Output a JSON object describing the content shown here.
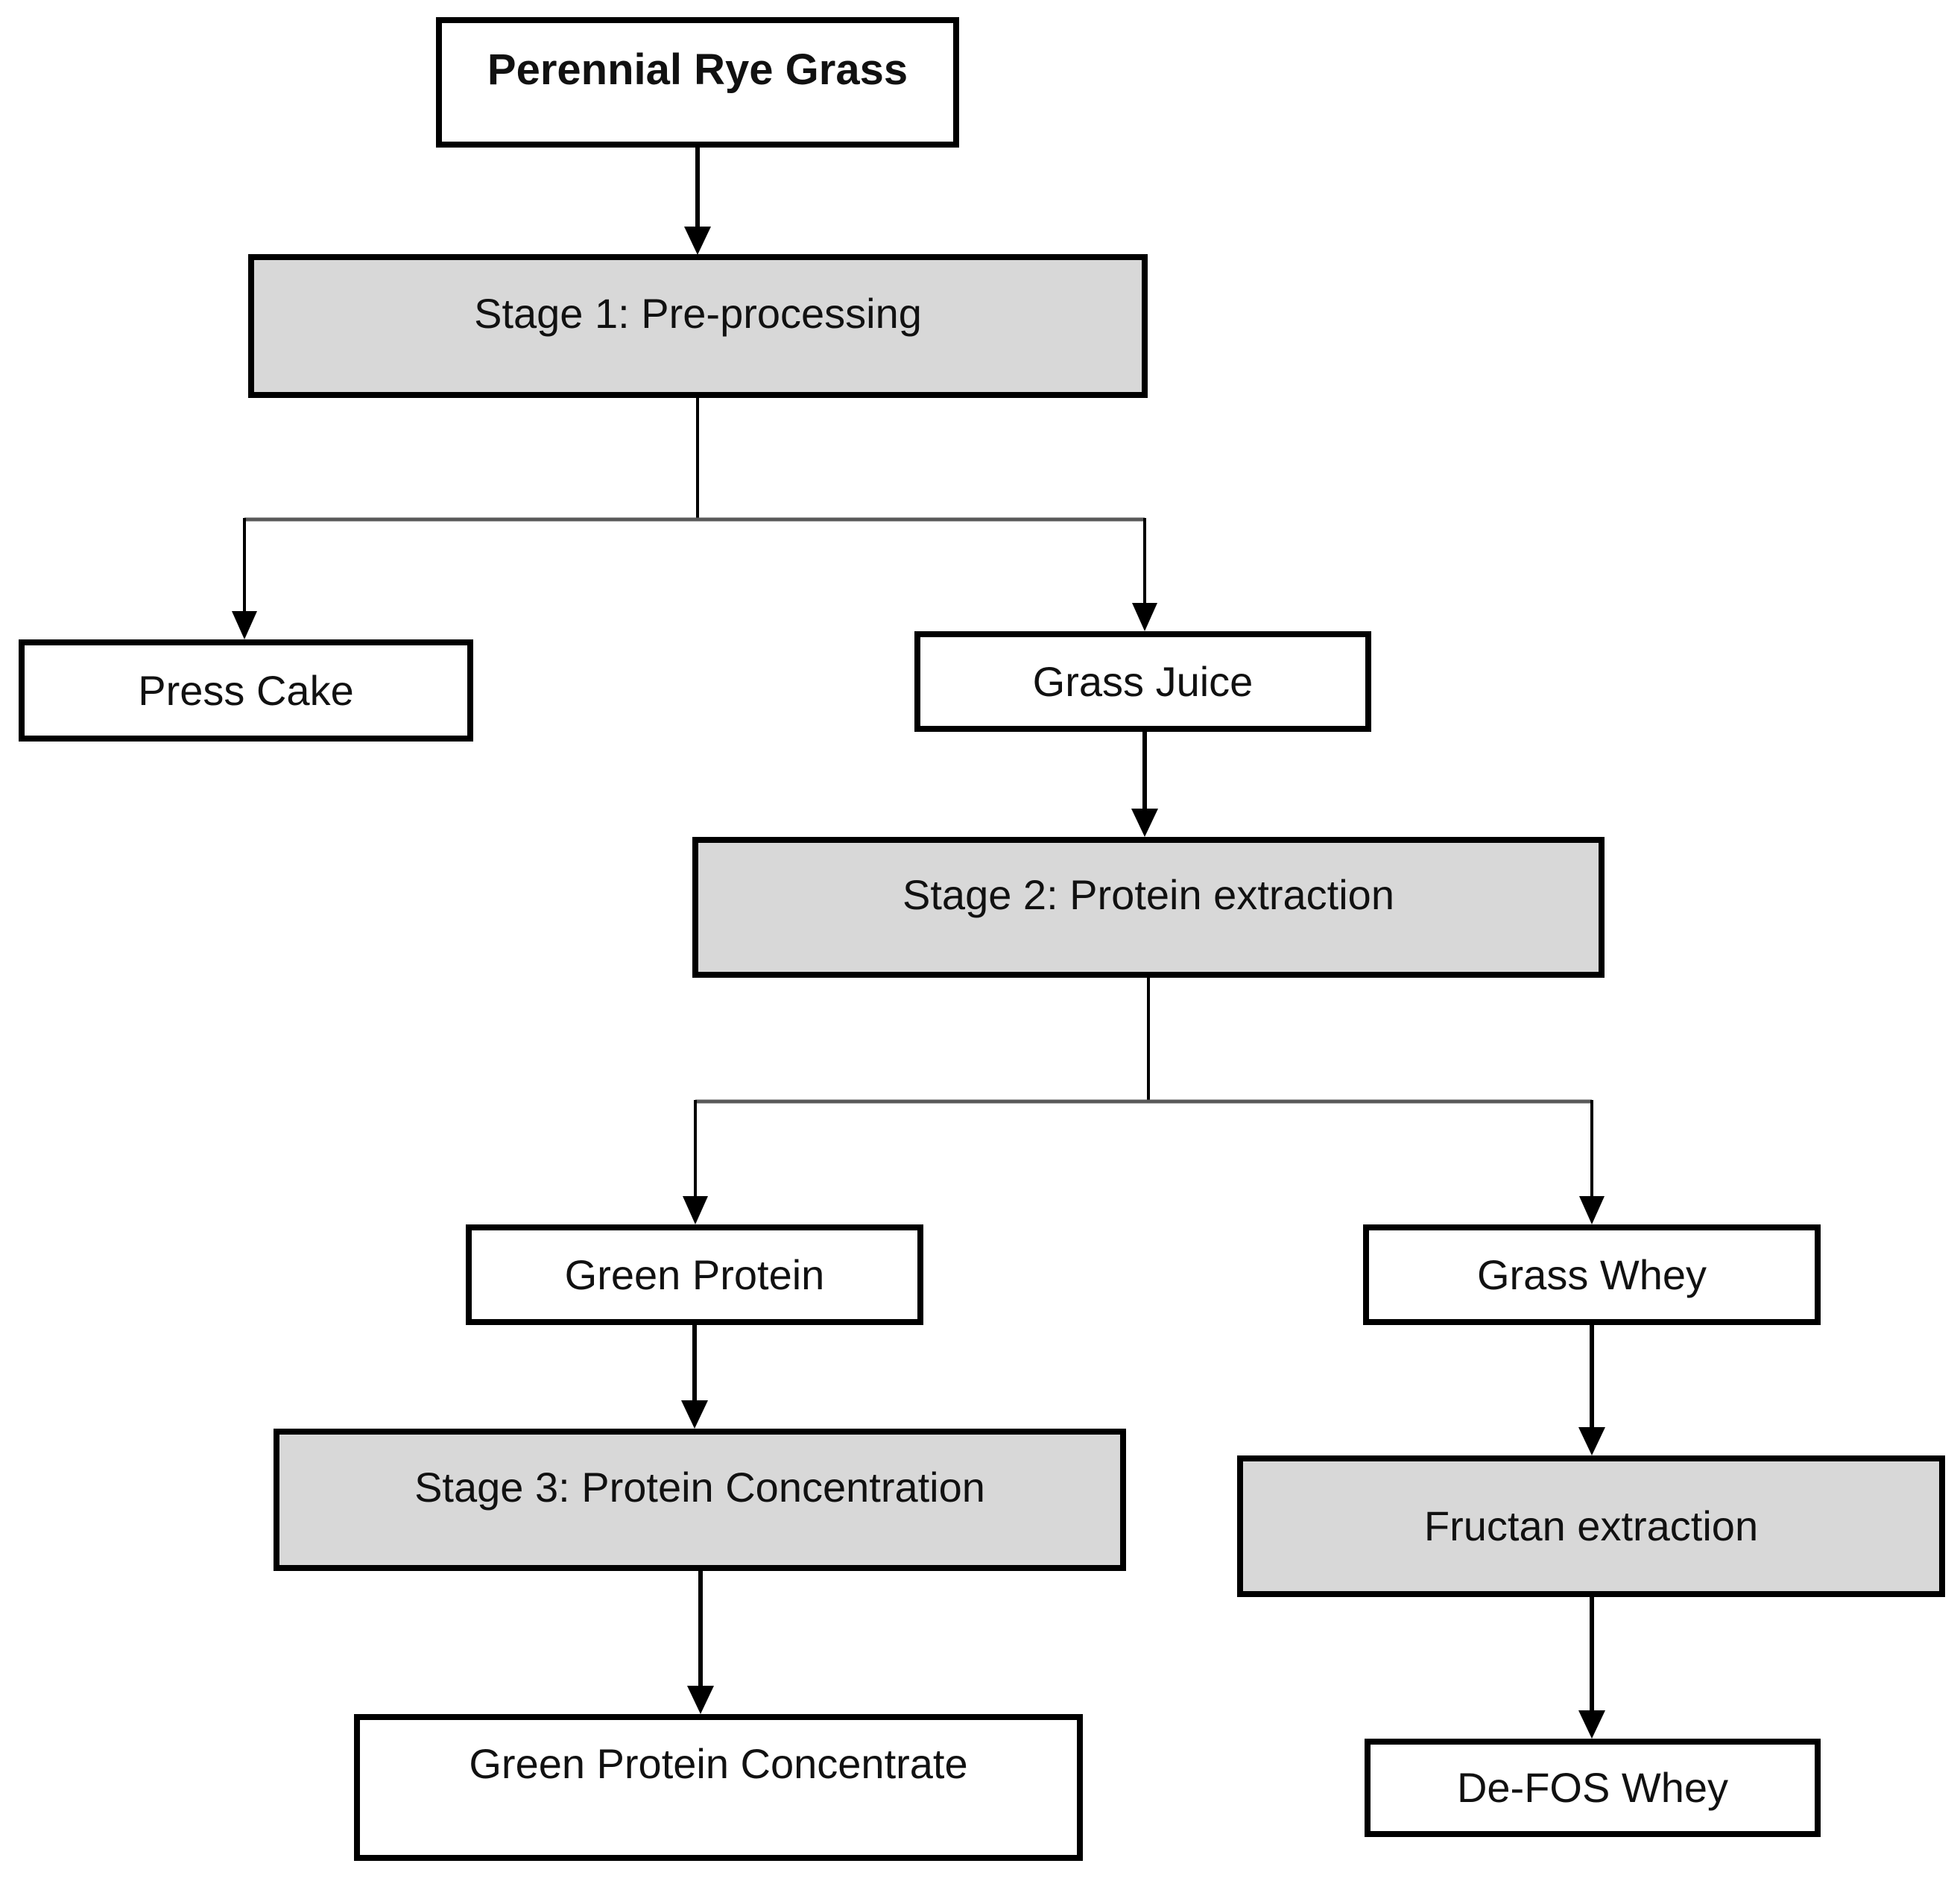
{
  "diagram": {
    "type": "flowchart",
    "direction": "top-down",
    "nodes": {
      "perennial_rye_grass": {
        "label": "Perennial Rye Grass",
        "kind": "source-material",
        "fill": "#ffffff",
        "bold": true
      },
      "stage1": {
        "label": "Stage 1: Pre-processing",
        "kind": "process-stage",
        "fill": "#d8d8d8"
      },
      "press_cake": {
        "label": "Press Cake",
        "kind": "product",
        "fill": "#ffffff"
      },
      "grass_juice": {
        "label": "Grass Juice",
        "kind": "product",
        "fill": "#ffffff"
      },
      "stage2": {
        "label": "Stage 2: Protein extraction",
        "kind": "process-stage",
        "fill": "#d8d8d8"
      },
      "green_protein": {
        "label": "Green Protein",
        "kind": "product",
        "fill": "#ffffff"
      },
      "grass_whey": {
        "label": "Grass Whey",
        "kind": "product",
        "fill": "#ffffff"
      },
      "stage3": {
        "label": "Stage 3: Protein Concentration",
        "kind": "process-stage",
        "fill": "#d8d8d8"
      },
      "fructan_extraction": {
        "label": "Fructan extraction",
        "kind": "process-stage",
        "fill": "#d8d8d8"
      },
      "green_protein_concentrate": {
        "label": "Green Protein Concentrate",
        "kind": "product",
        "fill": "#ffffff"
      },
      "de_fos_whey": {
        "label": "De-FOS Whey",
        "kind": "product",
        "fill": "#ffffff"
      }
    },
    "edges": [
      {
        "from": "perennial_rye_grass",
        "to": "stage1"
      },
      {
        "from": "stage1",
        "to": "press_cake"
      },
      {
        "from": "stage1",
        "to": "grass_juice"
      },
      {
        "from": "grass_juice",
        "to": "stage2"
      },
      {
        "from": "stage2",
        "to": "green_protein"
      },
      {
        "from": "stage2",
        "to": "grass_whey"
      },
      {
        "from": "green_protein",
        "to": "stage3"
      },
      {
        "from": "stage3",
        "to": "green_protein_concentrate"
      },
      {
        "from": "grass_whey",
        "to": "fructan_extraction"
      },
      {
        "from": "fructan_extraction",
        "to": "de_fos_whey"
      }
    ],
    "colors": {
      "background": "#ffffff",
      "border": "#000000",
      "connector": "#000000",
      "branch_line": "#595959",
      "stage_fill": "#d8d8d8",
      "product_fill": "#ffffff",
      "text": "#111111"
    }
  }
}
